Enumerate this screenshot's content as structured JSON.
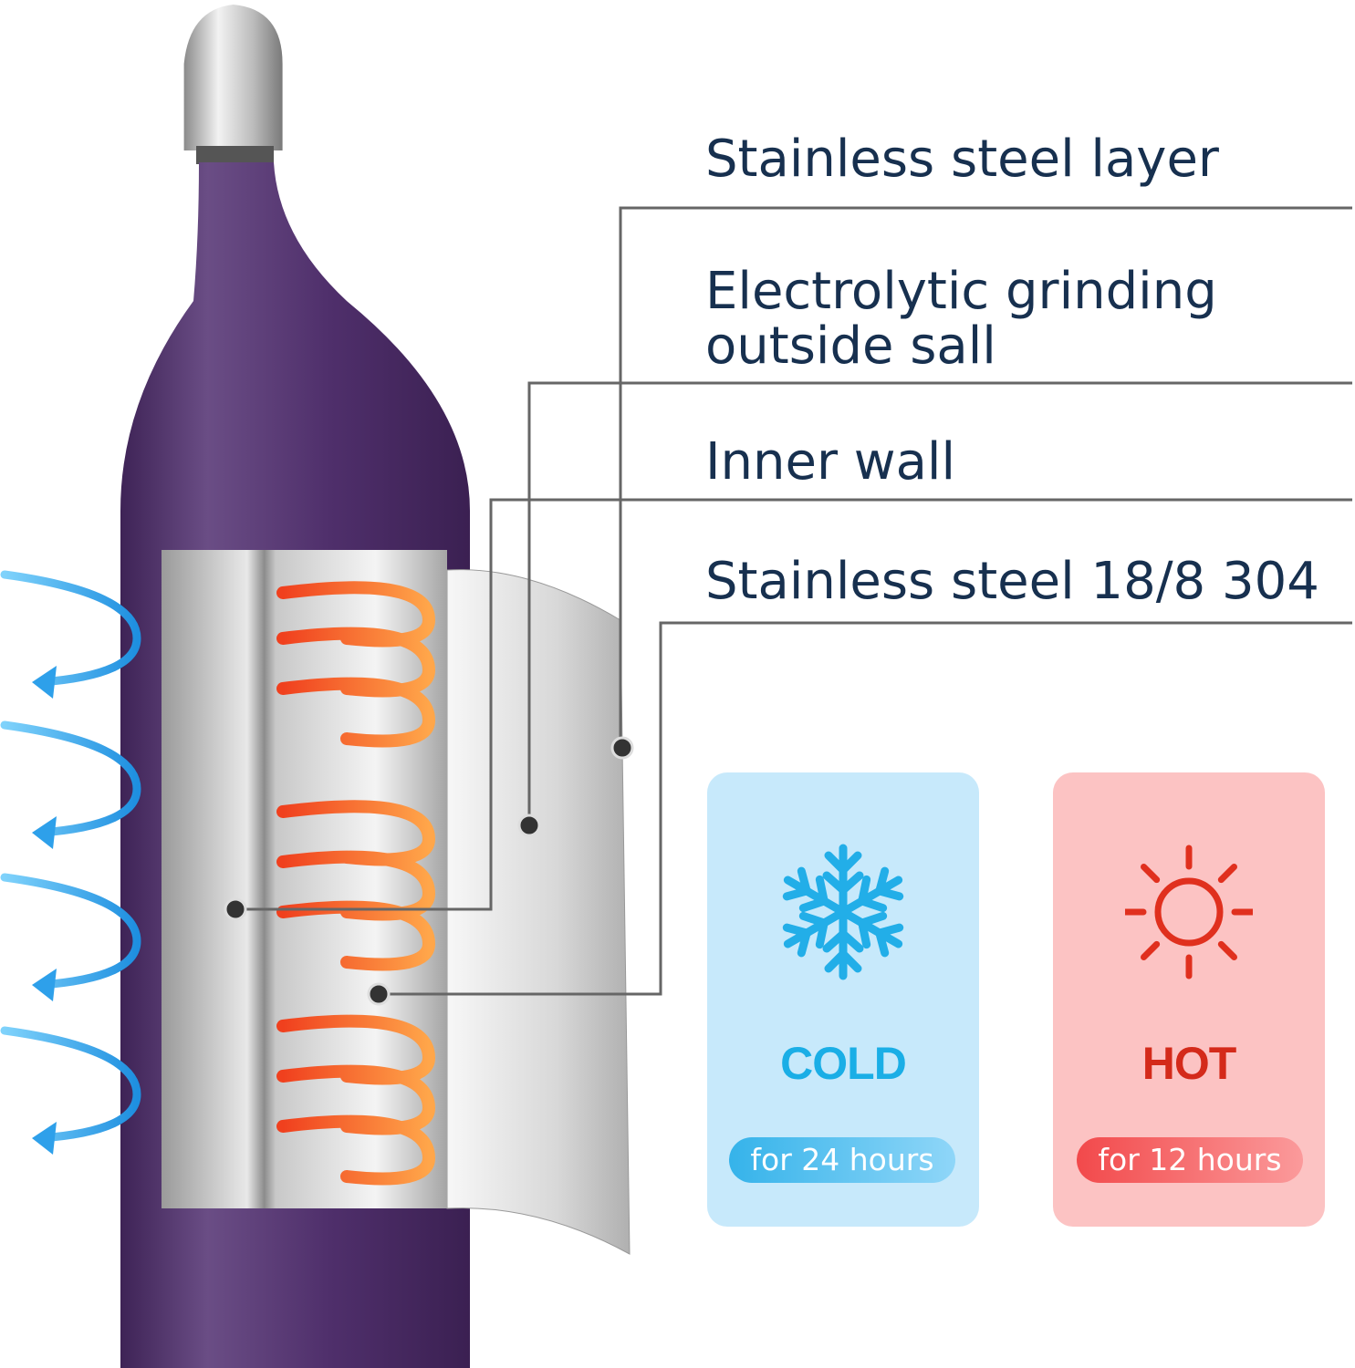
{
  "labels": [
    "Stainless steel layer",
    "Electrolytic grinding",
    "outside sall",
    "Inner wall",
    "Stainless steel 18/8 304"
  ],
  "cards": {
    "cold": {
      "title": "COLD",
      "duration": "for 24 hours",
      "icon": "snowflake-icon",
      "color": "#1aaee6"
    },
    "hot": {
      "title": "HOT",
      "duration": "for 12 hours",
      "icon": "sun-icon",
      "color": "#d42a1a"
    }
  },
  "colors": {
    "bottle": "#4f2f6b",
    "text": "#17304f",
    "line": "#666666"
  }
}
